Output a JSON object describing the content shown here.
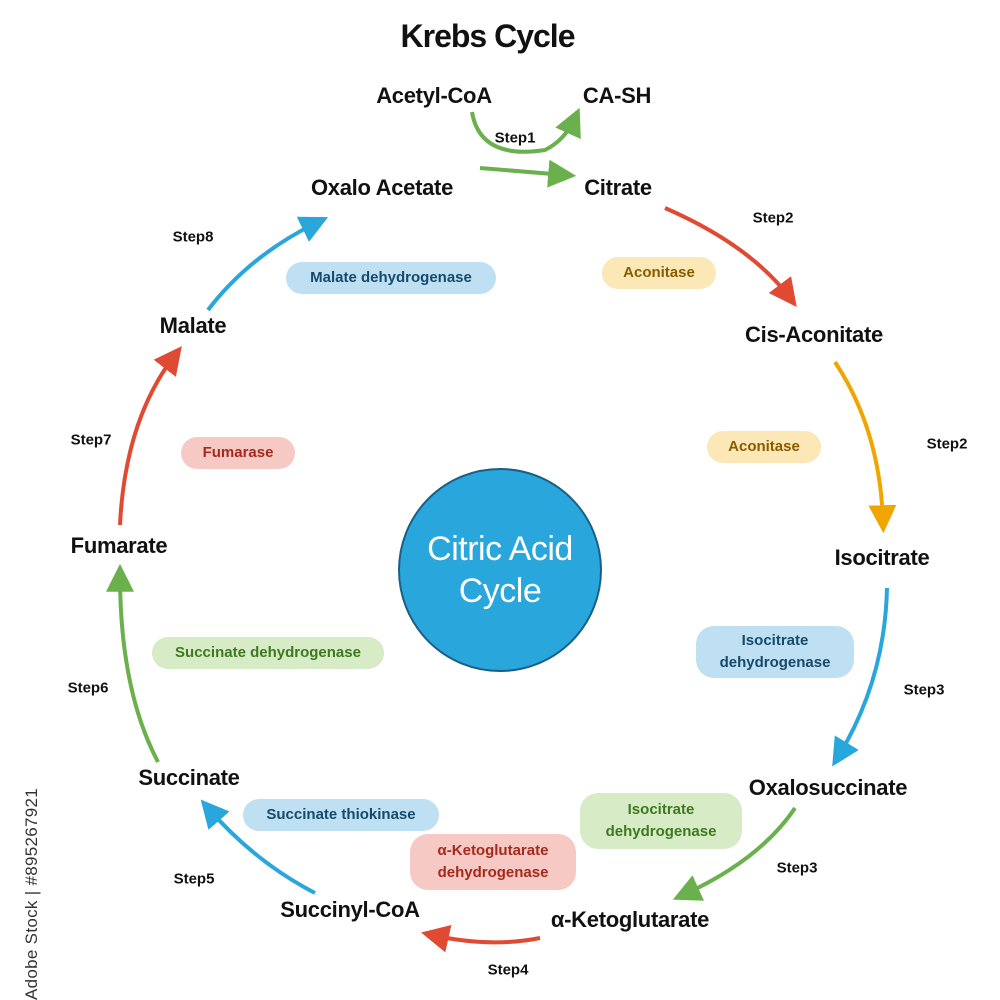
{
  "title": "Krebs Cycle",
  "center": {
    "line1": "Citric Acid",
    "line2": "Cycle",
    "color": "#29a6dc"
  },
  "nodes": {
    "acetyl_coa": "Acetyl-CoA",
    "ca_sh": "CA-SH",
    "citrate": "Citrate",
    "cis_aconitate": "Cis-Aconitate",
    "isocitrate": "Isocitrate",
    "oxalosuccinate": "Oxalosuccinate",
    "alpha_ketoglutarate": "α-Ketoglutarate",
    "succinyl_coa": "Succinyl-CoA",
    "succinate": "Succinate",
    "fumarate": "Fumarate",
    "malate": "Malate",
    "oxalo_acetate": "Oxalo Acetate"
  },
  "steps": {
    "s1": "Step1",
    "s2a": "Step2",
    "s2b": "Step2",
    "s3a": "Step3",
    "s3b": "Step3",
    "s4": "Step4",
    "s5": "Step5",
    "s6": "Step6",
    "s7": "Step7",
    "s8": "Step8"
  },
  "enzymes": {
    "aconitase_1": "Aconitase",
    "aconitase_2": "Aconitase",
    "isocitrate_dh_1_line1": "Isocitrate",
    "isocitrate_dh_1_line2": "dehydrogenase",
    "isocitrate_dh_2_line1": "Isocitrate",
    "isocitrate_dh_2_line2": "dehydrogenase",
    "akg_dh_line1": "α-Ketoglutarate",
    "akg_dh_line2": "dehydrogenase",
    "succinate_thiokinase": "Succinate thiokinase",
    "succinate_dh": "Succinate dehydrogenase",
    "fumarase": "Fumarase",
    "malate_dh": "Malate dehydrogenase"
  },
  "colors": {
    "green": "#6ab04c",
    "red": "#e04a33",
    "yellow": "#f0a500",
    "blue": "#29a6dc"
  },
  "watermark": "Adobe Stock | #895267921"
}
